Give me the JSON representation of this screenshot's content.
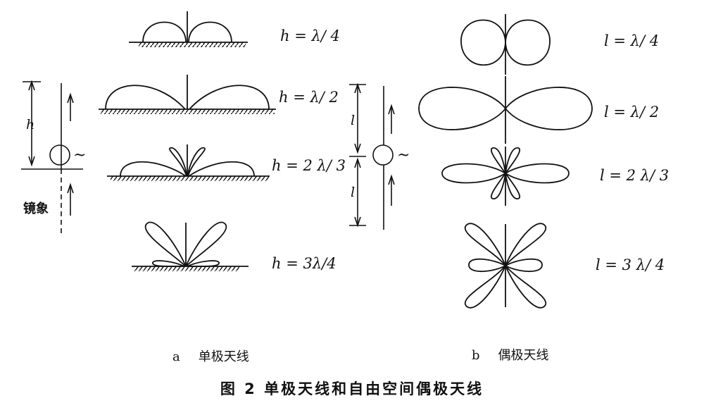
{
  "caption": "图 2    单极天线和自由空间偶极天线",
  "panel_a": {
    "letter": "a",
    "title": "单极天线",
    "mirror_label": "镜象",
    "height_var": "h",
    "source_symbol": "~",
    "rows": [
      {
        "label": "h = λ/ 4"
      },
      {
        "label": "h = λ/ 2"
      },
      {
        "label": "h = 2 λ/ 3"
      },
      {
        "label": "h = 3λ/4"
      }
    ]
  },
  "panel_b": {
    "letter": "b",
    "title": "偶极天线",
    "length_var": "l",
    "source_symbol": "~",
    "rows": [
      {
        "label": "l = λ/ 4"
      },
      {
        "label": "l = λ/ 2"
      },
      {
        "label": "l = 2 λ/ 3"
      },
      {
        "label": "l = 3 λ/ 4"
      }
    ]
  },
  "colors": {
    "ink": "#111111",
    "paper": "#ffffff"
  }
}
